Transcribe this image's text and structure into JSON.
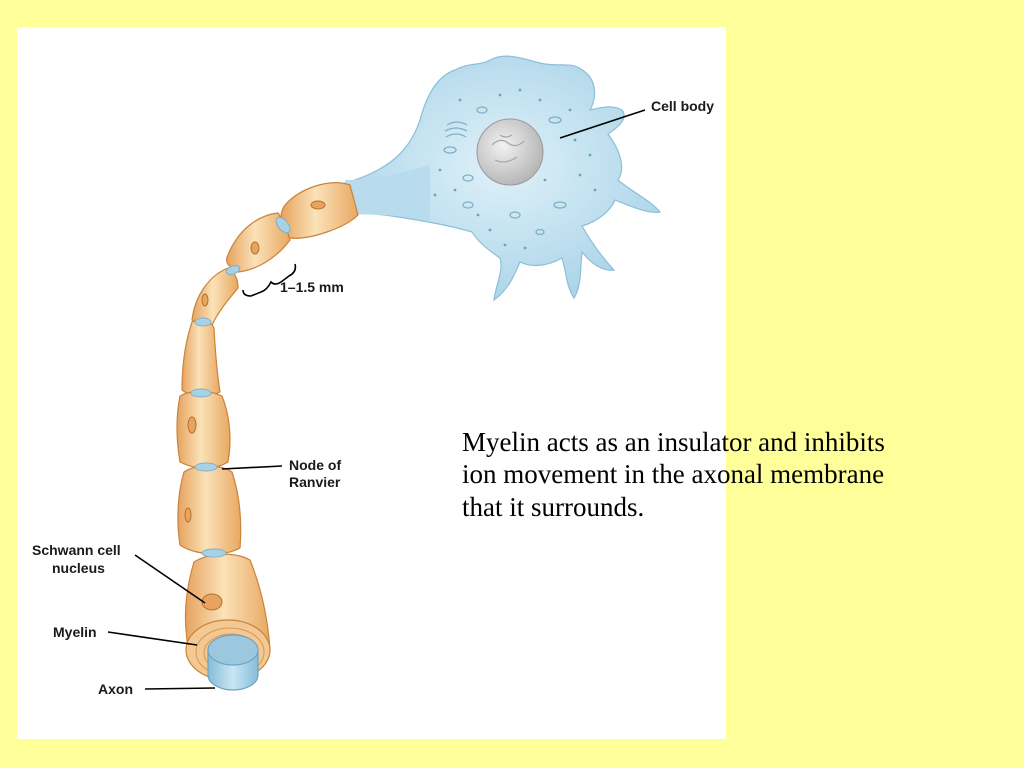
{
  "figure": {
    "labels": {
      "cell_body": "Cell body",
      "segment_length": "1–1.5 mm",
      "node_line1": "Node of",
      "node_line2": "Ranvier",
      "schwann_line1": "Schwann cell",
      "schwann_line2": "nucleus",
      "myelin": "Myelin",
      "axon": "Axon"
    },
    "colors": {
      "page_background": "#ffff99",
      "panel_background": "#ffffff",
      "cell_body": "#c4e2f0",
      "myelin": "#f1bf85",
      "myelin_highlight": "#f8e0b8",
      "axon": "#a9d1e6",
      "nucleus": "#d6d6d6"
    }
  },
  "caption": {
    "line1": "Myelin acts as an insulator and inhibits",
    "line2": "ion movement in the axonal membrane",
    "line3": "that it surrounds."
  }
}
